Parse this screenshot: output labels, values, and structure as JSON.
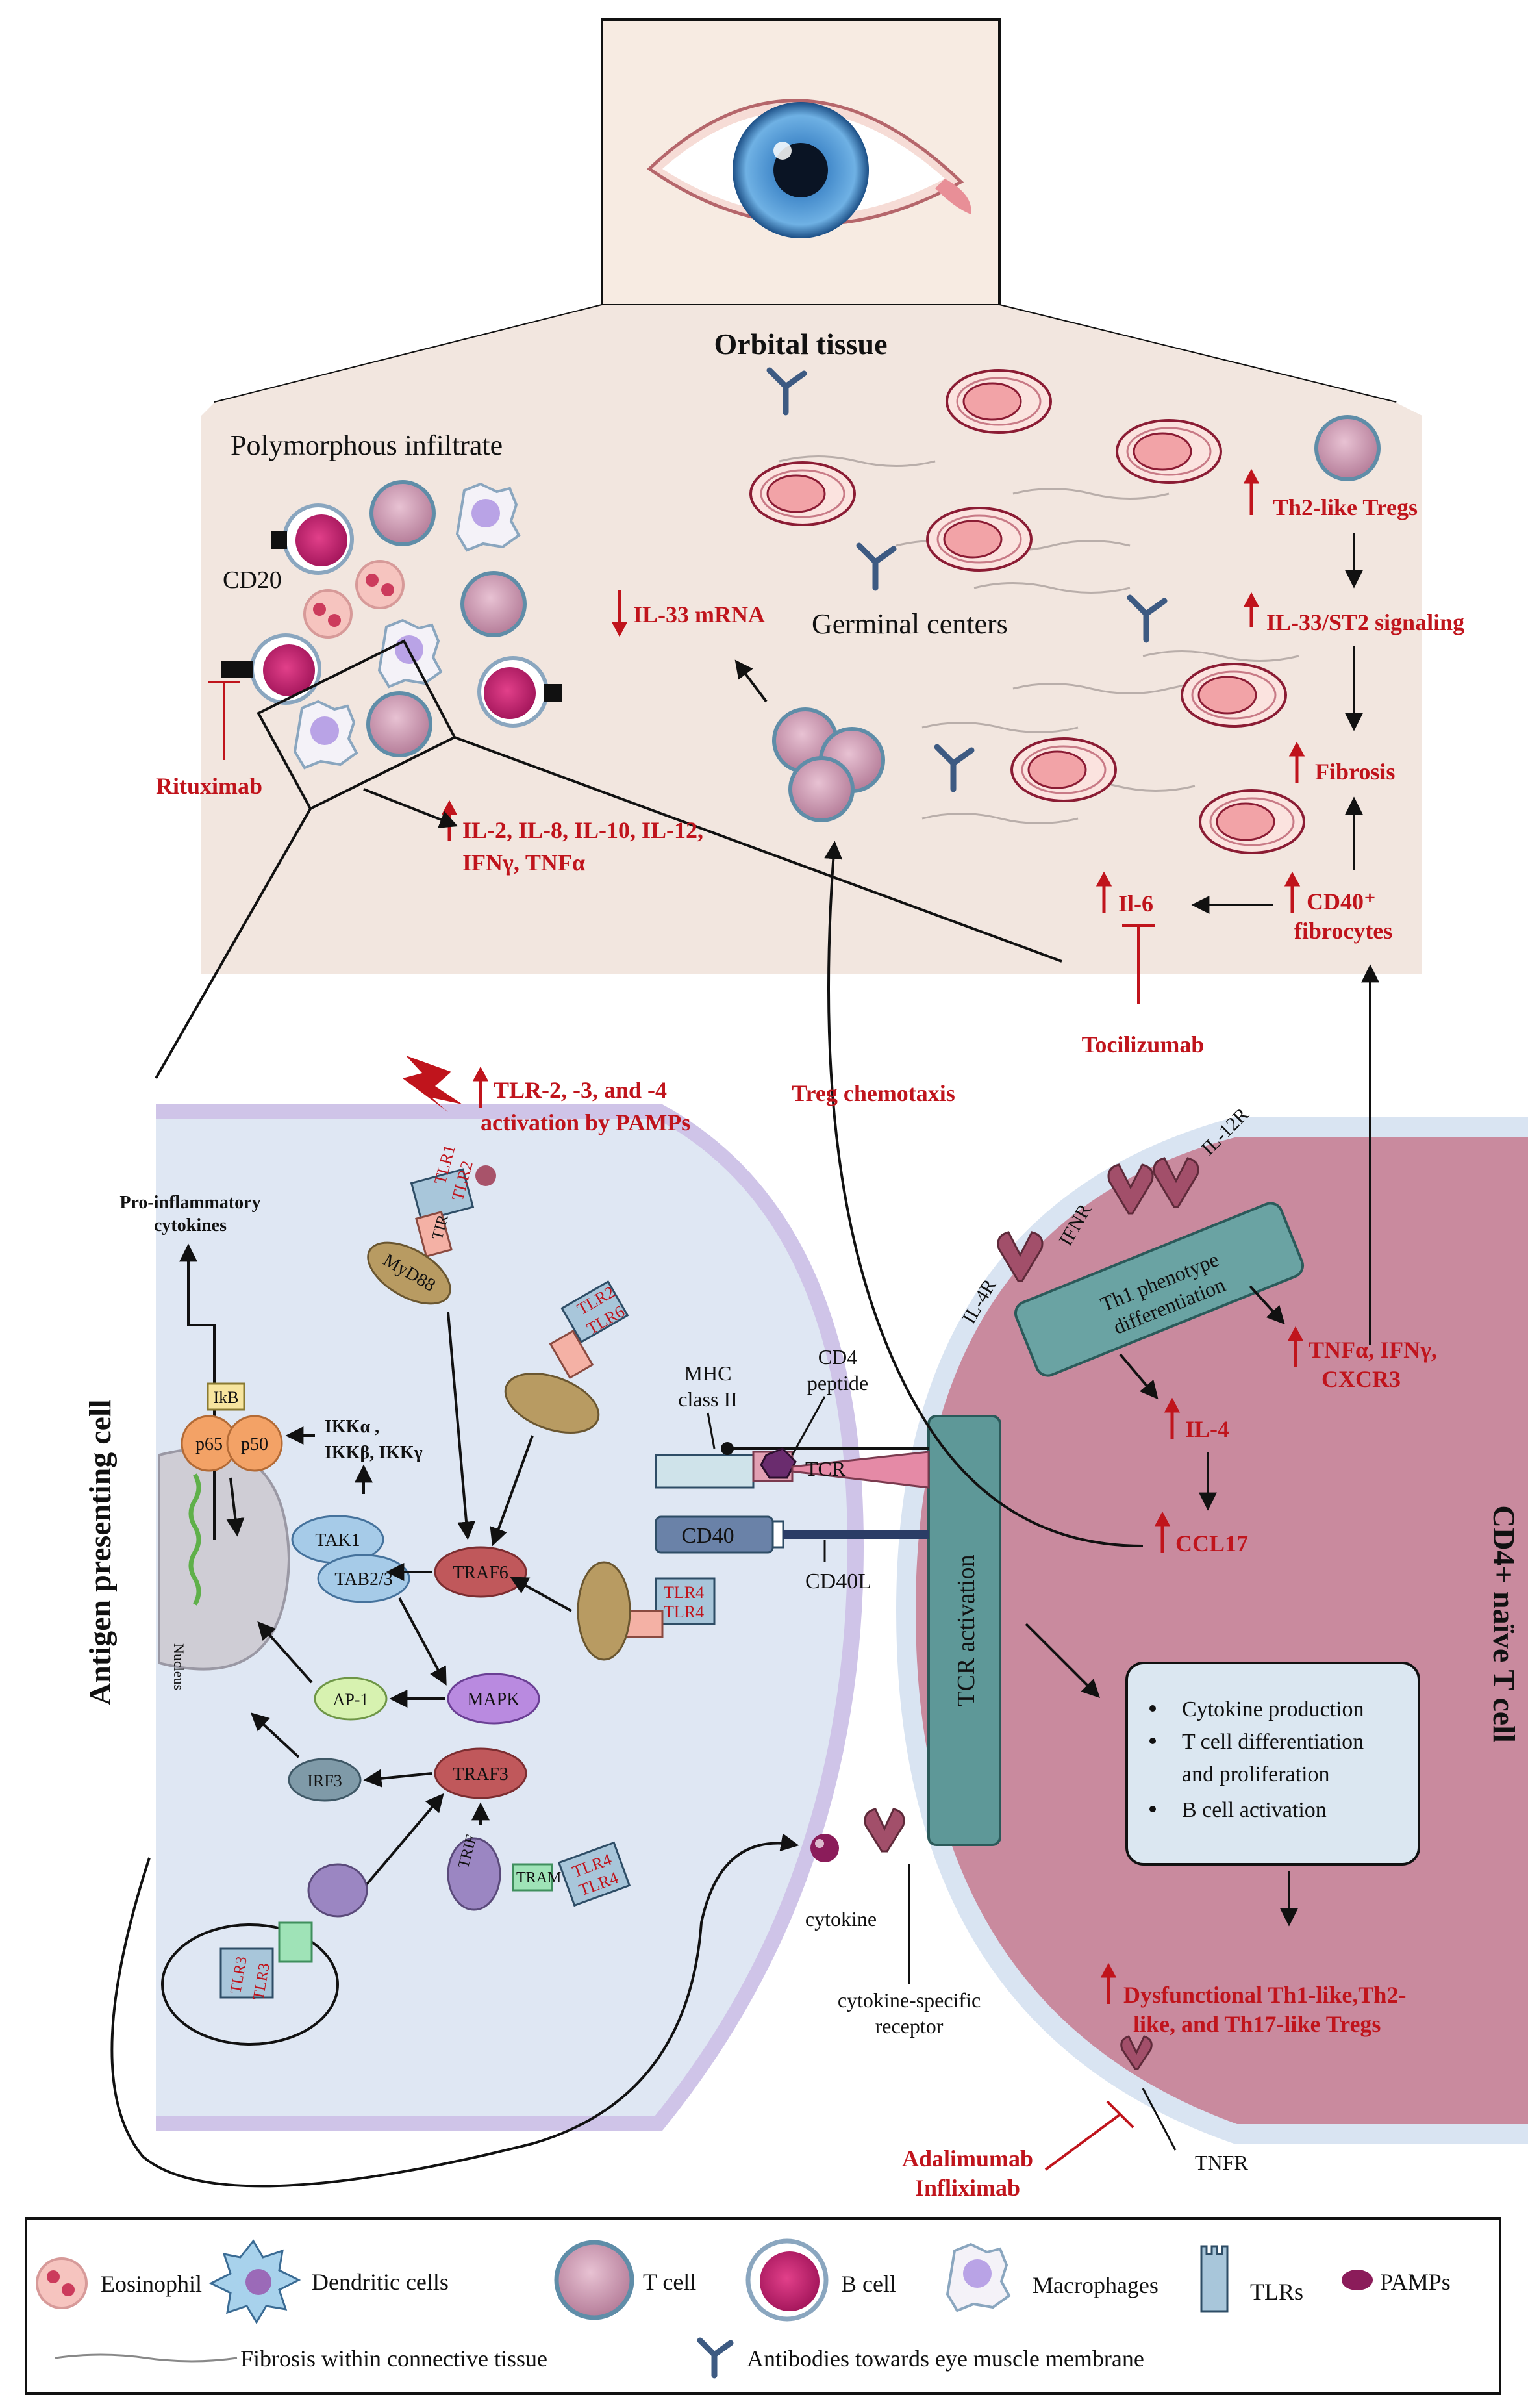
{
  "colors": {
    "orbital_bg": "#f2e6df",
    "apc_bg": "#dfe7f3",
    "tcell_bg": "#c98a9e",
    "accent_red": "#c0141c",
    "legend_bg": "#ffffff"
  },
  "orbital": {
    "title": "Orbital tissue",
    "infiltrate": "Polymorphous infiltrate",
    "cd20": "CD20",
    "rituximab": "Rituximab",
    "il33_mrna": "IL-33 mRNA",
    "germinal": "Germinal centers",
    "th2_tregs": "Th2-like Tregs",
    "il33_st2": "IL-33/ST2 signaling",
    "fibrosis": "Fibrosis",
    "cytokines_l1": "IL-2, IL-8, IL-10, IL-12,",
    "cytokines_l2": "IFNγ, TNFα",
    "il6": "Il-6",
    "cd40_l1": "CD40⁺",
    "cd40_l2": "fibrocytes",
    "tocilizumab": "Tocilizumab"
  },
  "middle": {
    "treg_chemotaxis": "Treg chemotaxis",
    "tlr_l1": "TLR-2, -3, and -4",
    "tlr_l2": "activation by PAMPs"
  },
  "apc": {
    "label": "Antigen presenting cell",
    "proinf_l1": "Pro-inflammatory",
    "proinf_l2": "cytokines",
    "nucleus": "Nucleus",
    "ikb": "IkB",
    "p65": "p65",
    "p50": "p50",
    "ikk_l1": "IKKα ,",
    "ikk_l2": "IKKβ, IKKγ",
    "tak1": "TAK1",
    "tab23": "TAB2/3",
    "traf6": "TRAF6",
    "traf3": "TRAF3",
    "mapk": "MAPK",
    "ap1": "AP-1",
    "irf3": "IRF3",
    "myd88": "MyD88",
    "tir": "TIR",
    "trif": "TRIF",
    "tram": "TRAM",
    "tlr1": "TLR1",
    "tlr2": "TLR2",
    "tlr6": "TLR6",
    "tlr4": "TLR4",
    "tlr3": "TLR3"
  },
  "synapse": {
    "mhc_l1": "MHC",
    "mhc_l2": "class II",
    "cd4_l1": "CD4",
    "cd4_l2": "peptide",
    "tcr": "TCR",
    "cd40": "CD40",
    "cd40l": "CD40L",
    "cytokine": "cytokine",
    "receptor_l1": "cytokine-specific",
    "receptor_l2": "receptor"
  },
  "tcell": {
    "label": "CD4+ naïve T cell",
    "il4r": "IL-4R",
    "ifnr": "IFNR",
    "il12r": "IL-12R",
    "th1_l1": "Th1 phenotype",
    "th1_l2": "differentiation",
    "tnf_l1": "TNFα, IFNγ,",
    "tnf_l2": "CXCR3",
    "il4": "IL-4",
    "ccl17": "CCL17",
    "tcr_activation": "TCR activation",
    "bullet1": "Cytokine production",
    "bullet2": "T cell differentiation",
    "bullet2b": "and proliferation",
    "bullet3": "B cell activation",
    "dys_l1": "Dysfunctional Th1-like,Th2-",
    "dys_l2": "like, and Th17-like Tregs",
    "tnfr": "TNFR",
    "adalimumab": "Adalimumab",
    "infliximab": "Infliximab"
  },
  "legend": {
    "eosinophil": "Eosinophil",
    "dendritic": "Dendritic cells",
    "tcell": "T cell",
    "bcell": "B cell",
    "macrophages": "Macrophages",
    "tlrs": "TLRs",
    "pamps": "PAMPs",
    "fibrosis": "Fibrosis within connective tissue",
    "antibodies": "Antibodies towards eye muscle membrane"
  }
}
